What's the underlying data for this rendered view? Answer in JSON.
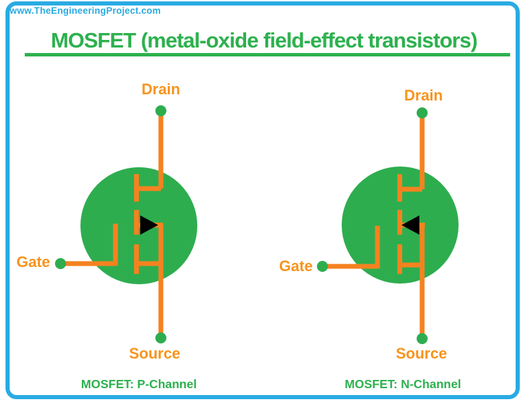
{
  "site": {
    "url": "www.TheEngineeringProject.com"
  },
  "header": {
    "title": "MOSFET (metal-oxide field-effect transistors)"
  },
  "colors": {
    "border_blue": "#29ABE2",
    "green": "#2DB14E",
    "circle_green": "#2EAD4F",
    "orange_label": "#F7941E",
    "orange_line": "#F58220",
    "arrow_black": "#000000"
  },
  "symbols": [
    {
      "id": "p-channel",
      "drain_label": "Drain",
      "gate_label": "Gate",
      "source_label": "Source",
      "caption": "MOSFET: P-Channel",
      "arrow_direction": "right"
    },
    {
      "id": "n-channel",
      "drain_label": "Drain",
      "gate_label": "Gate",
      "source_label": "Source",
      "caption": "MOSFET: N-Channel",
      "arrow_direction": "left"
    }
  ]
}
